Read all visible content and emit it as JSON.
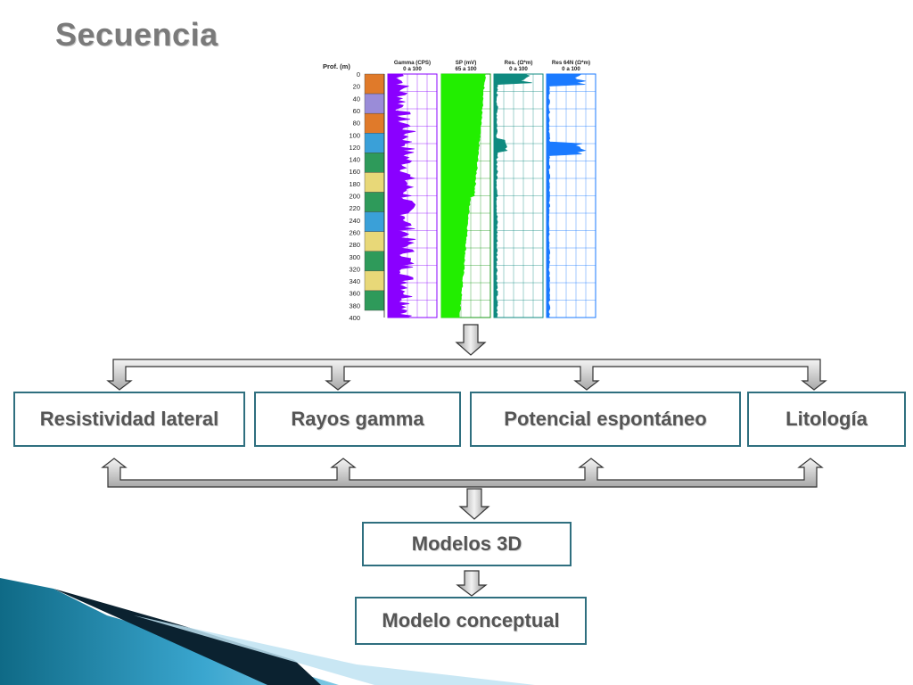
{
  "slide": {
    "title": "Secuencia"
  },
  "well_log": {
    "depth_label": "Prof. (m)",
    "depth_ticks": [
      "0",
      "20",
      "40",
      "60",
      "80",
      "100",
      "120",
      "140",
      "160",
      "180",
      "200",
      "220",
      "240",
      "260",
      "280",
      "300",
      "320",
      "340",
      "360",
      "380",
      "400"
    ],
    "tracks": [
      {
        "name": "Gamma (CPS)",
        "range": "0 a 100",
        "color": "#8a00ff"
      },
      {
        "name": "SP (mV)",
        "range": "65 a 100",
        "color": "#22ee00"
      },
      {
        "name": "Res. (Ω*m)",
        "range": "0 a 100",
        "color": "#0f8a80"
      },
      {
        "name": "Res 64N (Ω*m)",
        "range": "0 a 100",
        "color": "#1a7aff"
      }
    ],
    "lithology_colors": [
      "#e07a2a",
      "#9a8cd8",
      "#e07a2a",
      "#3aa0d8",
      "#2e9a5a",
      "#e8d878",
      "#2e9a5a",
      "#3aa0d8",
      "#e8d878",
      "#2e9a5a",
      "#e8d878",
      "#2e9a5a"
    ]
  },
  "flow": {
    "categories": [
      {
        "label": "Resistividad lateral"
      },
      {
        "label": "Rayos gamma"
      },
      {
        "label": "Potencial espontáneo"
      },
      {
        "label": "Litología"
      }
    ],
    "models_3d": "Modelos 3D",
    "conceptual": "Modelo conceptual",
    "box_border_color": "#2f6f7f"
  }
}
